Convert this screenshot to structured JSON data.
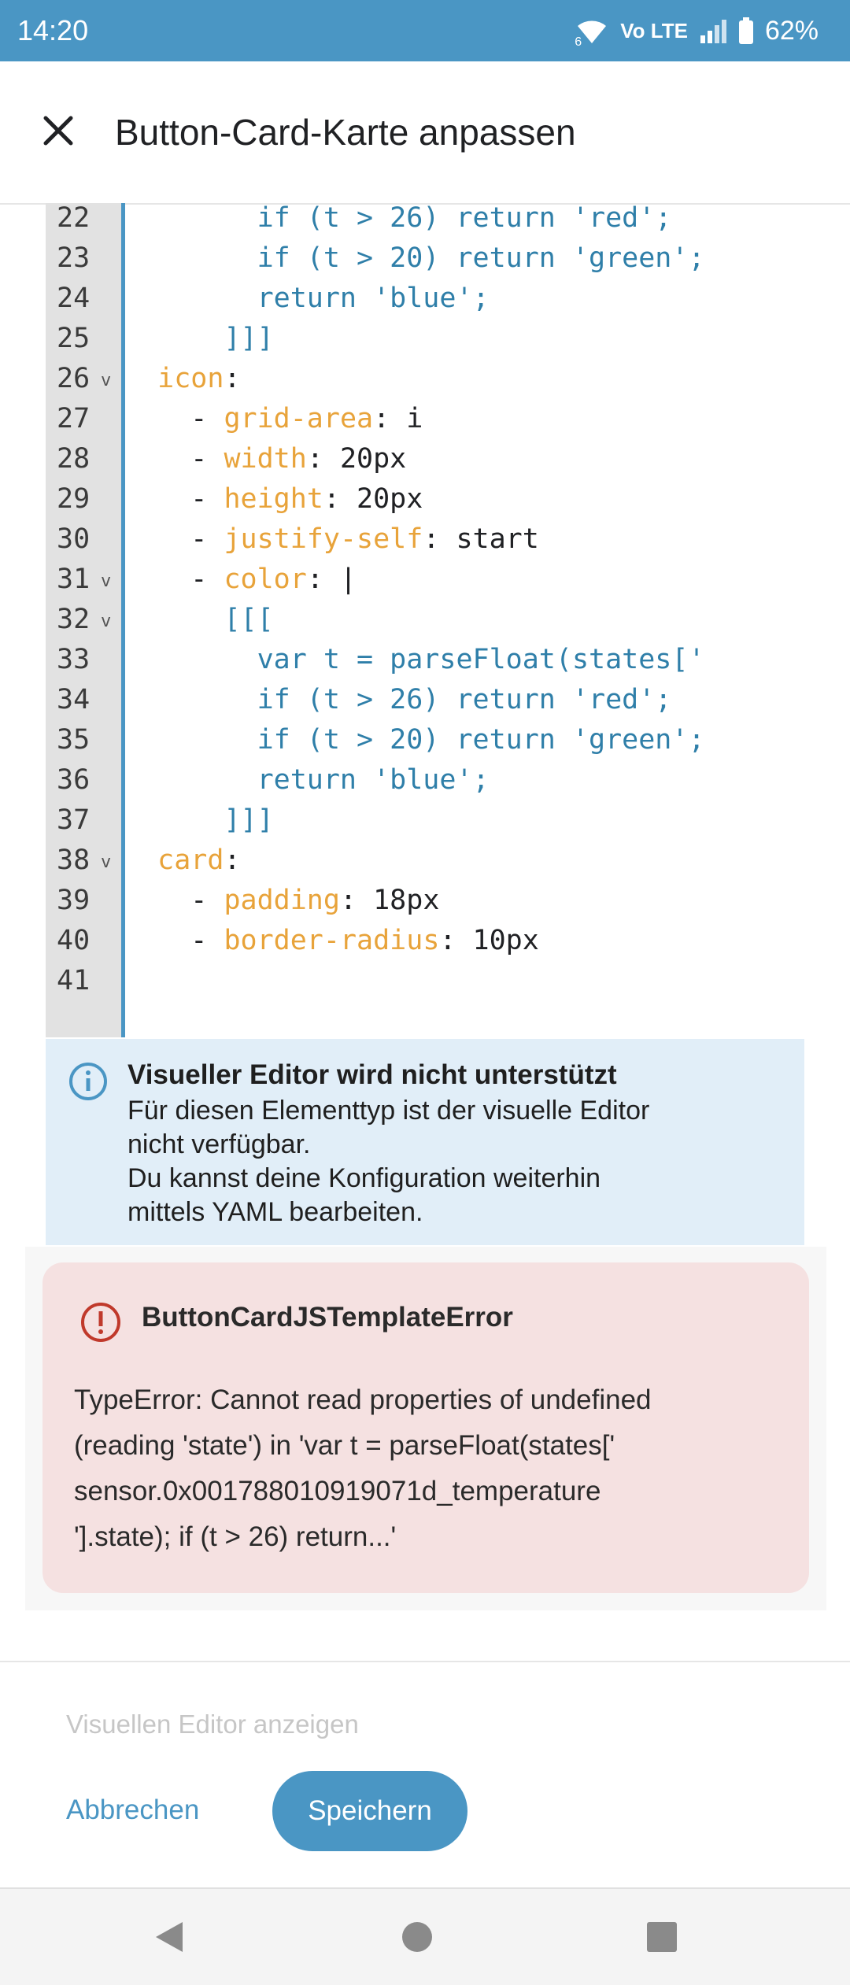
{
  "status_bar": {
    "time": "14:20",
    "battery": "62%",
    "wifi_label": "6",
    "network_label": "Vo LTE"
  },
  "header": {
    "title": "Button-Card-Karte anpassen",
    "close_icon": "close-icon"
  },
  "editor": {
    "lines": [
      {
        "n": "22",
        "fold": false,
        "indent": "        ",
        "tokens": [
          {
            "c": "s",
            "t": "if (t > 26) return 'red';"
          }
        ]
      },
      {
        "n": "23",
        "fold": false,
        "indent": "        ",
        "tokens": [
          {
            "c": "s",
            "t": "if (t > 20) return 'green';"
          }
        ]
      },
      {
        "n": "24",
        "fold": false,
        "indent": "        ",
        "tokens": [
          {
            "c": "s",
            "t": "return 'blue';"
          }
        ]
      },
      {
        "n": "25",
        "fold": false,
        "indent": "      ",
        "tokens": [
          {
            "c": "s",
            "t": "]]]"
          }
        ]
      },
      {
        "n": "26",
        "fold": true,
        "indent": "  ",
        "tokens": [
          {
            "c": "k",
            "t": "icon"
          },
          {
            "c": "t",
            "t": ":"
          }
        ]
      },
      {
        "n": "27",
        "fold": false,
        "indent": "    ",
        "tokens": [
          {
            "c": "t",
            "t": "- "
          },
          {
            "c": "k",
            "t": "grid-area"
          },
          {
            "c": "t",
            "t": ": i"
          }
        ]
      },
      {
        "n": "28",
        "fold": false,
        "indent": "    ",
        "tokens": [
          {
            "c": "t",
            "t": "- "
          },
          {
            "c": "k",
            "t": "width"
          },
          {
            "c": "t",
            "t": ": 20px"
          }
        ]
      },
      {
        "n": "29",
        "fold": false,
        "indent": "    ",
        "tokens": [
          {
            "c": "t",
            "t": "- "
          },
          {
            "c": "k",
            "t": "height"
          },
          {
            "c": "t",
            "t": ": 20px"
          }
        ]
      },
      {
        "n": "30",
        "fold": false,
        "indent": "    ",
        "tokens": [
          {
            "c": "t",
            "t": "- "
          },
          {
            "c": "k",
            "t": "justify-self"
          },
          {
            "c": "t",
            "t": ": start"
          }
        ]
      },
      {
        "n": "31",
        "fold": true,
        "indent": "    ",
        "tokens": [
          {
            "c": "t",
            "t": "- "
          },
          {
            "c": "k",
            "t": "color"
          },
          {
            "c": "t",
            "t": ": |"
          }
        ]
      },
      {
        "n": "32",
        "fold": true,
        "indent": "      ",
        "tokens": [
          {
            "c": "s",
            "t": "[[["
          }
        ]
      },
      {
        "n": "33",
        "fold": false,
        "indent": "        ",
        "tokens": [
          {
            "c": "s",
            "t": "var t = parseFloat(states['"
          }
        ]
      },
      {
        "n": "34",
        "fold": false,
        "indent": "        ",
        "tokens": [
          {
            "c": "s",
            "t": "if (t > 26) return 'red';"
          }
        ]
      },
      {
        "n": "35",
        "fold": false,
        "indent": "        ",
        "tokens": [
          {
            "c": "s",
            "t": "if (t > 20) return 'green';"
          }
        ]
      },
      {
        "n": "36",
        "fold": false,
        "indent": "        ",
        "tokens": [
          {
            "c": "s",
            "t": "return 'blue';"
          }
        ]
      },
      {
        "n": "37",
        "fold": false,
        "indent": "      ",
        "tokens": [
          {
            "c": "s",
            "t": "]]]"
          }
        ]
      },
      {
        "n": "38",
        "fold": true,
        "indent": "  ",
        "tokens": [
          {
            "c": "k",
            "t": "card"
          },
          {
            "c": "t",
            "t": ":"
          }
        ]
      },
      {
        "n": "39",
        "fold": false,
        "indent": "    ",
        "tokens": [
          {
            "c": "t",
            "t": "- "
          },
          {
            "c": "k",
            "t": "padding"
          },
          {
            "c": "t",
            "t": ": 18px"
          }
        ]
      },
      {
        "n": "40",
        "fold": false,
        "indent": "    ",
        "tokens": [
          {
            "c": "t",
            "t": "- "
          },
          {
            "c": "k",
            "t": "border-radius"
          },
          {
            "c": "t",
            "t": ": 10px"
          }
        ]
      },
      {
        "n": "41",
        "fold": false,
        "indent": "",
        "tokens": []
      }
    ],
    "fold_glyph": "v"
  },
  "info": {
    "title": "Visueller Editor wird nicht unterstützt",
    "lines": [
      "Für diesen Elementtyp ist der visuelle Editor",
      "nicht verfügbar.",
      "Du kannst deine Konfiguration weiterhin",
      "mittels YAML bearbeiten."
    ]
  },
  "error": {
    "title": "ButtonCardJSTemplateError",
    "lines": [
      "TypeError: Cannot read properties of undefined",
      "(reading 'state') in 'var t = parseFloat(states['",
      "sensor.0x001788010919071d_temperature",
      "'].state); if (t > 26) return...'"
    ]
  },
  "footer": {
    "show_visual_label": "Visuellen Editor anzeigen",
    "cancel_label": "Abbrechen",
    "save_label": "Speichern"
  },
  "colors": {
    "accent": "#4a96c4",
    "key": "#e8a33a",
    "string": "#2f7fa9",
    "info_bg": "#e1eef8",
    "error_bg": "#f5e1e1",
    "error_icon": "#c0392b"
  }
}
